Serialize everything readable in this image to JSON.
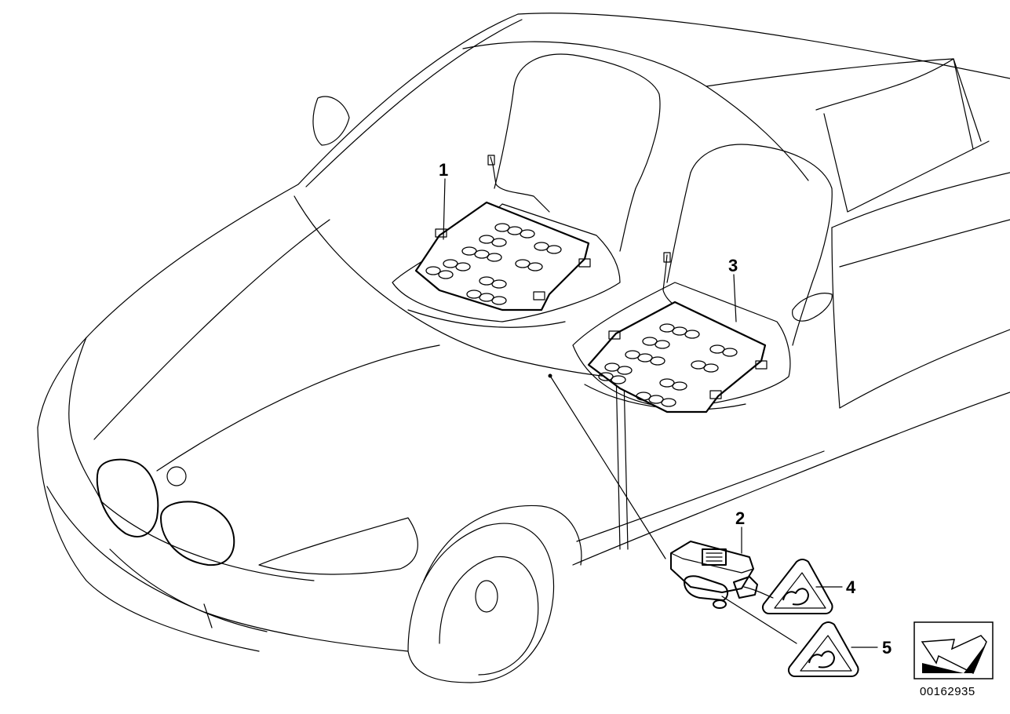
{
  "diagram": {
    "callouts": [
      {
        "id": "1",
        "label": "1"
      },
      {
        "id": "2",
        "label": "2"
      },
      {
        "id": "3",
        "label": "3"
      },
      {
        "id": "4",
        "label": "4"
      },
      {
        "id": "5",
        "label": "5"
      }
    ],
    "document_number": "00162935",
    "icons": [
      "seat-mat-icon",
      "control-module-icon",
      "warning-label-icon",
      "navigation-arrow-icon"
    ]
  }
}
